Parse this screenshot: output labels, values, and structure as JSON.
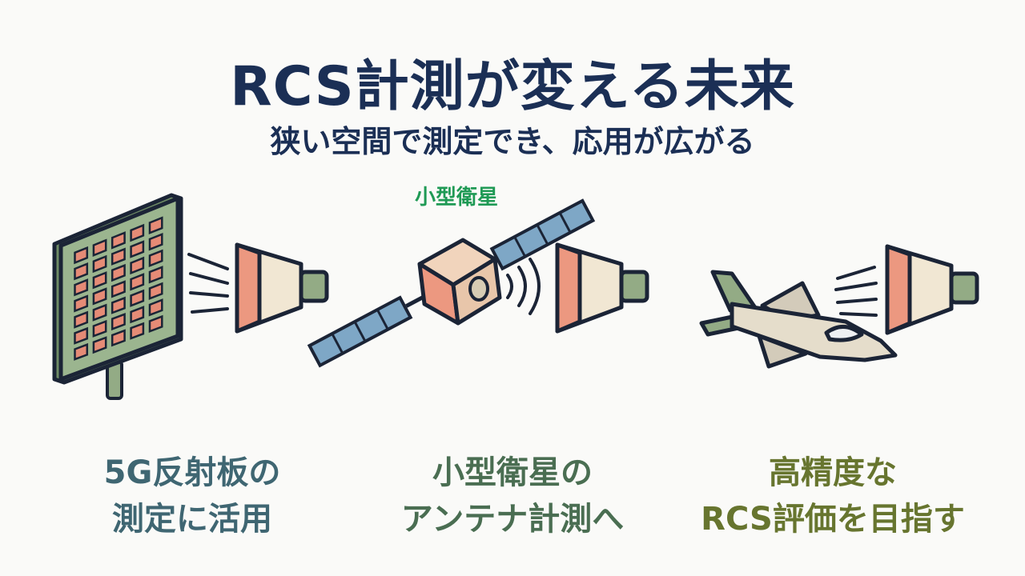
{
  "title": "RCS計測が変える未来",
  "subtitle": "狭い空間で測定でき、応用が広がる",
  "satellite_label": "小型衛星",
  "captions": [
    {
      "line1": "5G反射板の",
      "line2": "測定に活用"
    },
    {
      "line1": "小型衛星の",
      "line2": "アンテナ計測へ"
    },
    {
      "line1": "高精度な",
      "line2": "RCS評価を目指す"
    }
  ],
  "colors": {
    "title": "#1b2f55",
    "accent_green": "#1f9a55",
    "caption_1": "#3f6672",
    "caption_2": "#4a6e52",
    "caption_3": "#67752f"
  }
}
